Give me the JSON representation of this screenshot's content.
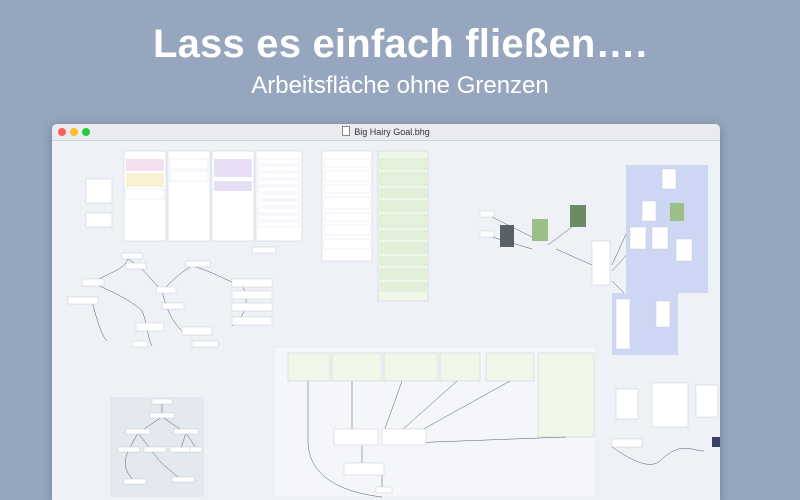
{
  "hero": {
    "headline": "Lass es einfach fließen….",
    "subline": "Arbeitsfläche ohne Grenzen"
  },
  "window": {
    "title": "Big Hairy Goal.bhg"
  },
  "canvas": {
    "background": "#eef1f6",
    "node_fill": "#ffffff",
    "node_stroke": "#c5ccd6",
    "connector_color": "#555b66",
    "group_fill": "#e4e8ef",
    "highlight_fill": "#cdd6f2",
    "accent_green": "#e4f2dc",
    "accent_pink": "#f3dff0",
    "accent_yellow": "#f8f0d2",
    "accent_purple": "#e6def5"
  },
  "colors": {
    "page_background": "#97a6bf",
    "traffic_close": "#fc5f57",
    "traffic_minimize": "#fdbc2e",
    "traffic_zoom": "#29c840"
  }
}
